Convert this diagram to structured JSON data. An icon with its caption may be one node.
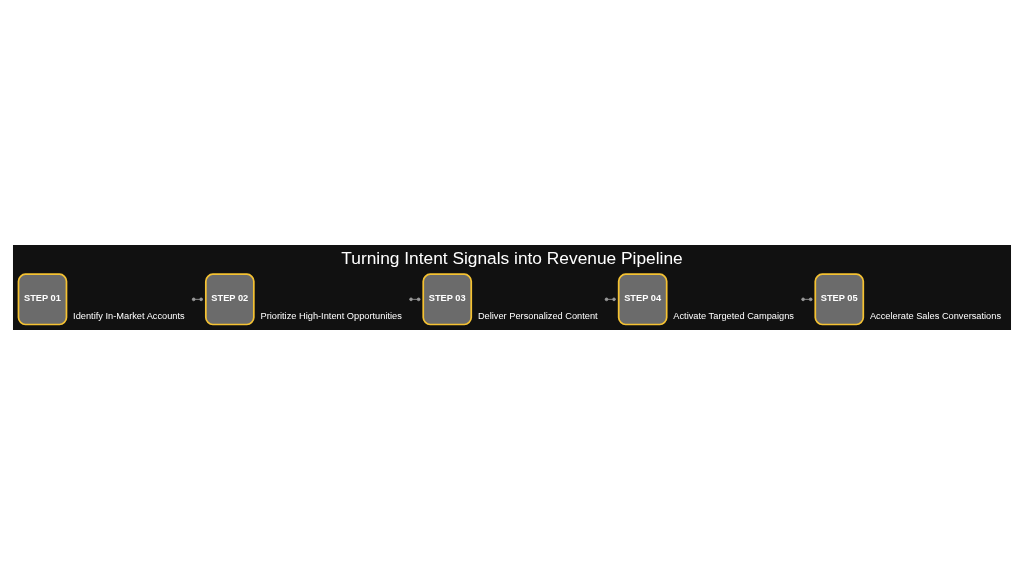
{
  "diagram": {
    "title": "Turning Intent Signals into Revenue Pipeline",
    "nodes": [
      {
        "text": [
          "STEP 01"
        ],
        "beside": [
          "Identify In-Market Accounts"
        ]
      },
      {
        "text": [
          "STEP 02"
        ],
        "beside": [
          "Prioritize High-Intent Opportunities"
        ]
      },
      {
        "text": [
          "STEP 03"
        ],
        "beside": [
          "Deliver Personalized Content"
        ]
      },
      {
        "text": [
          "STEP 04"
        ],
        "beside": [
          "Activate Targeted Campaigns"
        ]
      },
      {
        "text": [
          "STEP 05"
        ],
        "beside": [
          "Accelerate Sales Conversations"
        ]
      }
    ],
    "edges": [
      {
        "from": 0,
        "to": 1,
        "arrow": "other"
      },
      {
        "from": 1,
        "to": 2,
        "arrow": "other"
      },
      {
        "from": 2,
        "to": 3,
        "arrow": "other"
      },
      {
        "from": 3,
        "to": 4,
        "arrow": "other"
      }
    ]
  }
}
